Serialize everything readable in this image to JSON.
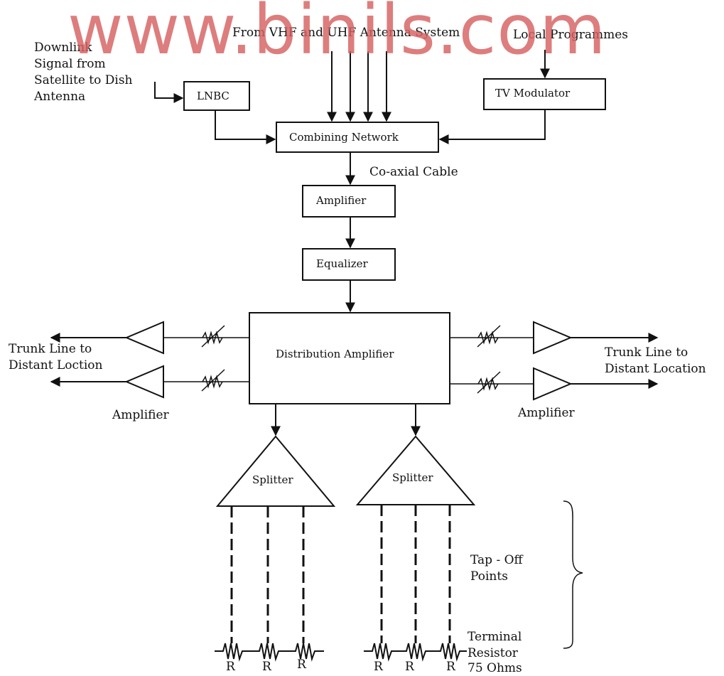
{
  "watermark": "www.binils.com",
  "labels": {
    "downlink": "Downlink",
    "signal_from": "Signal from",
    "satellite_to_dish": "Satellite to Dish",
    "antenna": "Antenna",
    "vhf_uhf": "From VHF and UHF Antenna System",
    "local_programmes": "Local Programmes",
    "lnbc": "LNBC",
    "tv_modulator": "TV Modulator",
    "combining_network": "Combining Network",
    "coaxial_cable": "Co-axial Cable",
    "amplifier_main": "Amplifier",
    "equalizer": "Equalizer",
    "distribution_amplifier": "Distribution Amplifier",
    "trunk_left_1": "Trunk Line to",
    "trunk_left_2": "Distant Loction",
    "trunk_right_1": "Trunk Line to",
    "trunk_right_2": "Distant Location",
    "amplifier_left": "Amplifier",
    "amplifier_right": "Amplifier",
    "splitter_left": "Splitter",
    "splitter_right": "Splitter",
    "tap_off_1": "Tap - Off",
    "tap_off_2": "Points",
    "terminal_1": "Terminal",
    "terminal_2": "Resistor",
    "terminal_3": "75 Ohms",
    "resistor_label": "R"
  }
}
